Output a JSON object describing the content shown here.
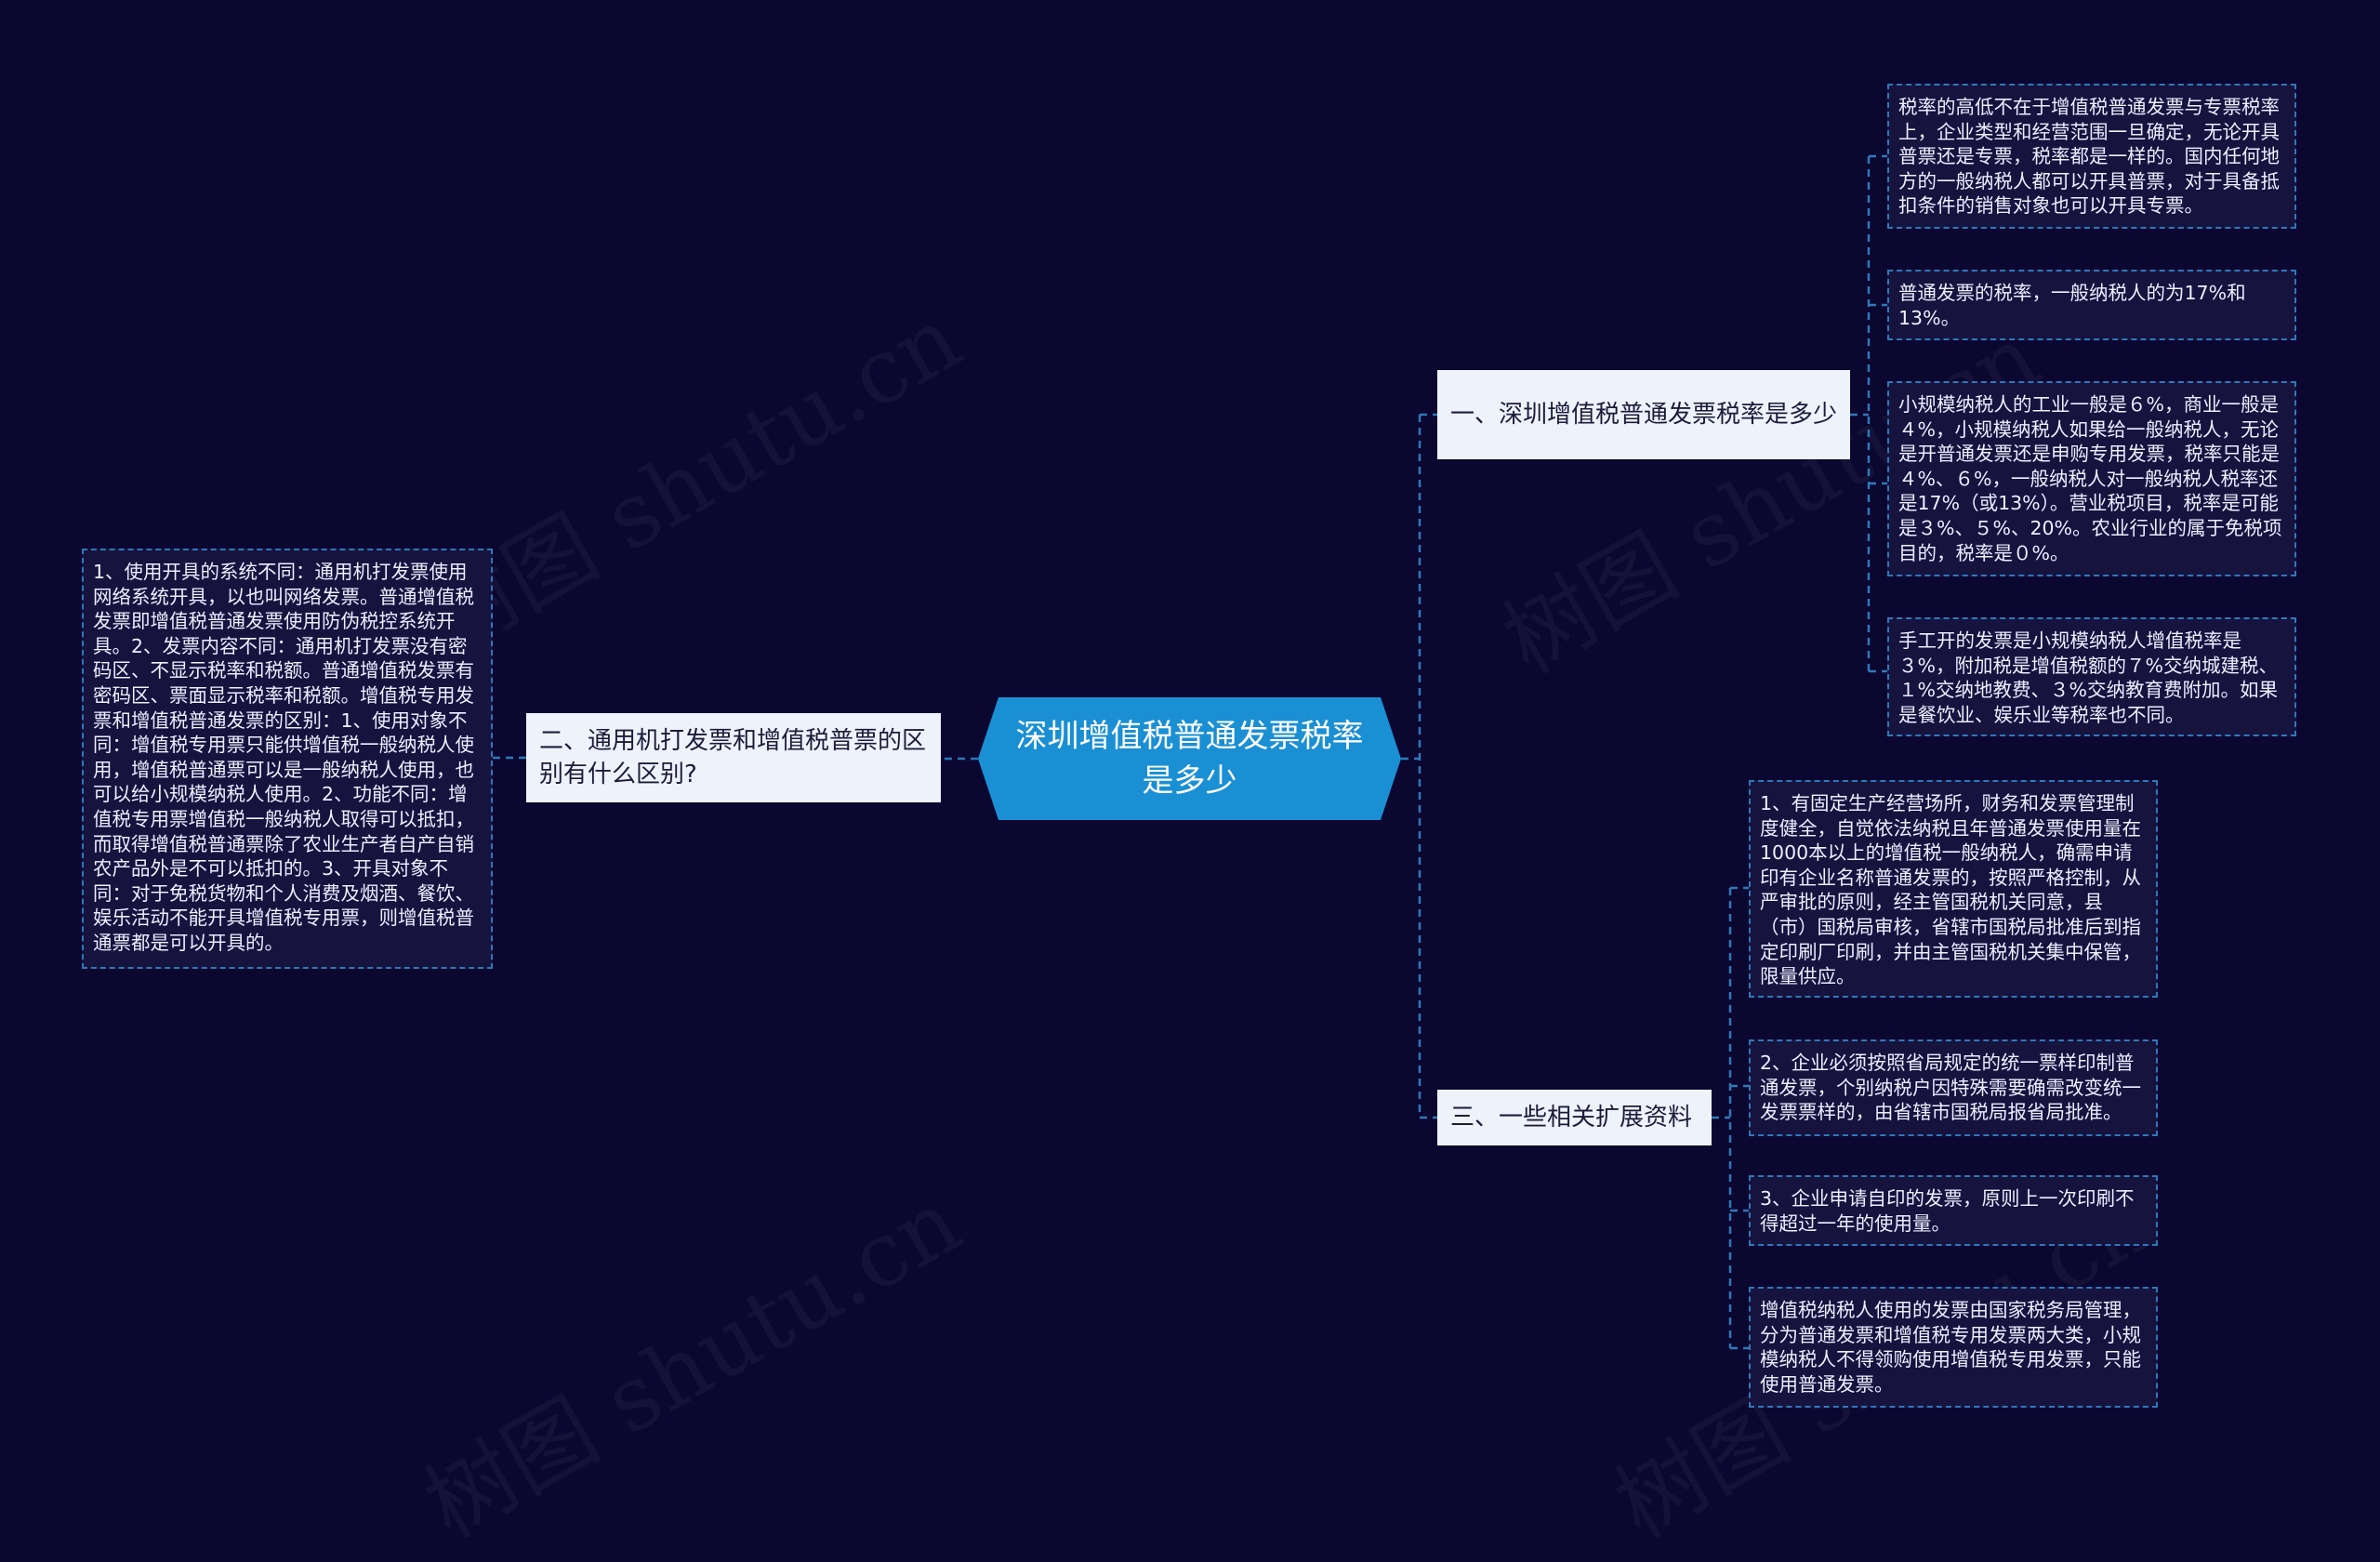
{
  "watermark": "树图 shutu.cn",
  "colors": {
    "background": "#0b0730",
    "central": "#1a8fd4",
    "link": "#2f79b8",
    "branch_bg": "#eef2fb",
    "leaf_bg": "#16133f"
  },
  "central": {
    "title": "深圳增值税普通发票税率是多少"
  },
  "branches": [
    {
      "label": "一、深圳增值税普通发票税率是多少"
    },
    {
      "label": "二、通用机打发票和增值税普票的区别有什么区别?"
    },
    {
      "label": "三、一些相关扩展资料"
    }
  ],
  "leaves": {
    "rate_1": "税率的高低不在于增值税普通发票与专票税率上，企业类型和经营范围一旦确定，无论开具普票还是专票，税率都是一样的。国内任何地方的一般纳税人都可以开具普票，对于具备抵扣条件的销售对象也可以开具专票。",
    "rate_2": "普通发票的税率，一般纳税人的为17%和13%。",
    "rate_3": "小规模纳税人的工业一般是６%，商业一般是４%，小规模纳税人如果给一般纳税人，无论是开普通发票还是申购专用发票，税率只能是４%、６%，一般纳税人对一般纳税人税率还是17%（或13%）。营业税项目，税率是可能是３%、５%、20%。农业行业的属于免税项目的，税率是０%。",
    "rate_4": "手工开的发票是小规模纳税人增值税率是３%，附加税是增值税额的７%交纳城建税、１%交纳地教费、３%交纳教育费附加。如果是餐饮业、娱乐业等税率也不同。",
    "diff_1": "1、使用开具的系统不同：通用机打发票使用网络系统开具，以也叫网络发票。普通增值税发票即增值税普通发票使用防伪税控系统开具。2、发票内容不同：通用机打发票没有密码区、不显示税率和税额。普通增值税发票有密码区、票面显示税率和税额。增值税专用发票和增值税普通发票的区别：1、使用对象不同：增值税专用票只能供增值税一般纳税人使用，增值税普通票可以是一般纳税人使用，也可以给小规模纳税人使用。2、功能不同：增值税专用票增值税一般纳税人取得可以抵扣，而取得增值税普通票除了农业生产者自产自销农产品外是不可以抵扣的。3、开具对象不同：对于免税货物和个人消费及烟酒、餐饮、娱乐活动不能开具增值税专用票，则增值税普通票都是可以开具的。",
    "ext_1": "1、有固定生产经营场所，财务和发票管理制度健全，自觉依法纳税且年普通发票使用量在1000本以上的增值税一般纳税人，确需申请印有企业名称普通发票的，按照严格控制，从严审批的原则，经主管国税机关同意，县（市）国税局审核，省辖市国税局批准后到指定印刷厂印刷，并由主管国税机关集中保管，限量供应。",
    "ext_2": "2、企业必须按照省局规定的统一票样印制普通发票，个别纳税户因特殊需要确需改变统一发票票样的，由省辖市国税局报省局批准。",
    "ext_3": "3、企业申请自印的发票，原则上一次印刷不得超过一年的使用量。",
    "ext_4": "增值税纳税人使用的发票由国家税务局管理，分为普通发票和增值税专用发票两大类，小规模纳税人不得领购使用增值税专用发票，只能使用普通发票。"
  }
}
